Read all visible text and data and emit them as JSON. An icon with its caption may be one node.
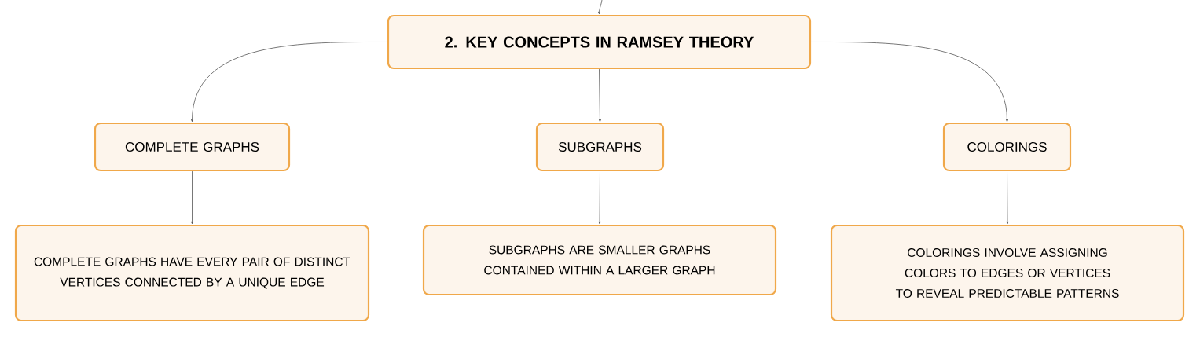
{
  "diagram": {
    "nodes": [
      {
        "text": [
          "2. KEY CONCEPTS IN RAMSEY THEORY"
        ]
      },
      {
        "text": [
          "COMPLETE GRAPHS"
        ]
      },
      {
        "text": [
          "SUBGRAPHS"
        ]
      },
      {
        "text": [
          "COLORINGS"
        ]
      },
      {
        "text": [
          "COMPLETE GRAPHS HAVE EVERY PAIR OF DISTINCT VERTICES CONNECTED BY A UNIQUE EDGE"
        ]
      },
      {
        "text": [
          "SUBGRAPHS ARE SMALLER GRAPHS CONTAINED WITHIN A LARGER GRAPH"
        ]
      },
      {
        "text": [
          "COLORINGS INVOLVE ASSIGNING COLORS TO EDGES OR VERTICES TO REVEAL PREDICTABLE PATTERNS"
        ]
      }
    ],
    "edges": [
      {
        "from": null,
        "to": 0,
        "arrow": "to"
      },
      {
        "from": 0,
        "to": 1,
        "arrow": "to"
      },
      {
        "from": 0,
        "to": 2,
        "arrow": "to"
      },
      {
        "from": 0,
        "to": 3,
        "arrow": "to"
      },
      {
        "from": 1,
        "to": 4,
        "arrow": "to"
      },
      {
        "from": 2,
        "to": 5,
        "arrow": "to"
      },
      {
        "from": 3,
        "to": 6,
        "arrow": "to"
      }
    ]
  }
}
